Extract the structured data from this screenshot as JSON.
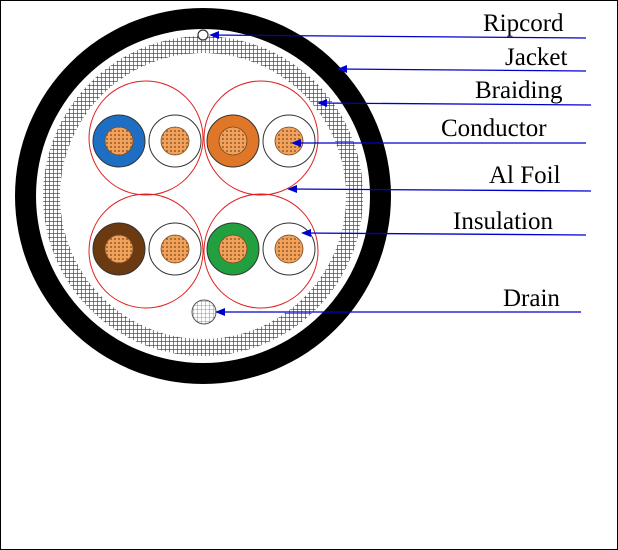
{
  "labels": {
    "ripcord": "Ripcord",
    "jacket": "Jacket",
    "braiding": "Braiding",
    "conductor": "Conductor",
    "al_foil": "Al Foil",
    "insulation": "Insulation",
    "drain": "Drain"
  },
  "colors": {
    "jacket": "#000000",
    "foil_circle": "#e02020",
    "leader_line": "#0000cc",
    "conductor_fill": "#f2a15a",
    "wire_blue": "#1e6fc4",
    "wire_orange": "#e07628",
    "wire_brown": "#6b3a10",
    "wire_green": "#22a040",
    "wire_white": "#ffffff"
  },
  "pairs": [
    {
      "colored_wire": "wire_blue",
      "partner_wire": "wire_white"
    },
    {
      "colored_wire": "wire_orange",
      "partner_wire": "wire_white"
    },
    {
      "colored_wire": "wire_brown",
      "partner_wire": "wire_white"
    },
    {
      "colored_wire": "wire_green",
      "partner_wire": "wire_white"
    }
  ]
}
